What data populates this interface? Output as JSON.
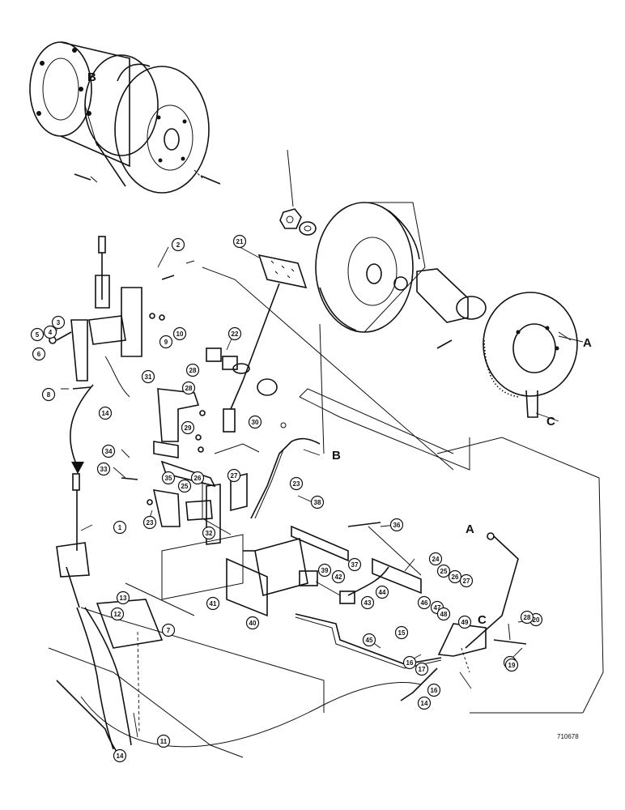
{
  "callouts": [
    {
      "id": "c1",
      "text": "1"
    },
    {
      "id": "c2",
      "text": "2"
    },
    {
      "id": "c3",
      "text": "3"
    },
    {
      "id": "c4",
      "text": "4"
    },
    {
      "id": "c5",
      "text": "5"
    },
    {
      "id": "c6",
      "text": "6"
    },
    {
      "id": "c7",
      "text": "7"
    },
    {
      "id": "c8",
      "text": "8"
    },
    {
      "id": "c9",
      "text": "9"
    },
    {
      "id": "c10",
      "text": "10"
    },
    {
      "id": "c11",
      "text": "11"
    },
    {
      "id": "c12",
      "text": "12"
    },
    {
      "id": "c13",
      "text": "13"
    },
    {
      "id": "c14a",
      "text": "14"
    },
    {
      "id": "c14b",
      "text": "14"
    },
    {
      "id": "c14c",
      "text": "14"
    },
    {
      "id": "c15",
      "text": "15"
    },
    {
      "id": "c16a",
      "text": "16"
    },
    {
      "id": "c16b",
      "text": "16"
    },
    {
      "id": "c17",
      "text": "17"
    },
    {
      "id": "c18",
      "text": "18"
    },
    {
      "id": "c19",
      "text": "19"
    },
    {
      "id": "c20",
      "text": "20"
    },
    {
      "id": "c21",
      "text": "21"
    },
    {
      "id": "c22",
      "text": "22"
    },
    {
      "id": "c23a",
      "text": "23"
    },
    {
      "id": "c23b",
      "text": "23"
    },
    {
      "id": "c24",
      "text": "24"
    },
    {
      "id": "c25a",
      "text": "25"
    },
    {
      "id": "c25b",
      "text": "25"
    },
    {
      "id": "c26a",
      "text": "26"
    },
    {
      "id": "c26b",
      "text": "26"
    },
    {
      "id": "c27a",
      "text": "27"
    },
    {
      "id": "c27b",
      "text": "27"
    },
    {
      "id": "c28a",
      "text": "28"
    },
    {
      "id": "c28b",
      "text": "28"
    },
    {
      "id": "c28c",
      "text": "28"
    },
    {
      "id": "c29",
      "text": "29"
    },
    {
      "id": "c30",
      "text": "30"
    },
    {
      "id": "c31",
      "text": "31"
    },
    {
      "id": "c32",
      "text": "32"
    },
    {
      "id": "c33",
      "text": "33"
    },
    {
      "id": "c34",
      "text": "34"
    },
    {
      "id": "c35",
      "text": "35"
    },
    {
      "id": "c36",
      "text": "36"
    },
    {
      "id": "c37",
      "text": "37"
    },
    {
      "id": "c38",
      "text": "38"
    },
    {
      "id": "c39",
      "text": "39"
    },
    {
      "id": "c40",
      "text": "40"
    },
    {
      "id": "c41",
      "text": "41"
    },
    {
      "id": "c42",
      "text": "42"
    },
    {
      "id": "c43",
      "text": "43"
    },
    {
      "id": "c44",
      "text": "44"
    },
    {
      "id": "c45",
      "text": "45"
    },
    {
      "id": "c46",
      "text": "46"
    },
    {
      "id": "c47",
      "text": "47"
    },
    {
      "id": "c48",
      "text": "48"
    },
    {
      "id": "c49",
      "text": "49"
    }
  ],
  "letters": {
    "a_top": "A",
    "a_bottom": "A",
    "b_top": "B",
    "b_mid": "B",
    "c_right": "C",
    "c_bottom": "C"
  },
  "drawing_number": "710678"
}
